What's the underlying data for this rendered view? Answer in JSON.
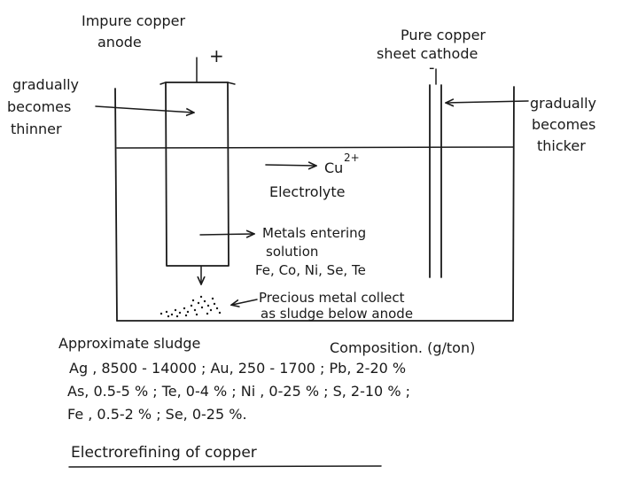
{
  "labels": {
    "anode_line1": "Impure copper",
    "anode_line2": "anode",
    "anode_sign": "+",
    "cathode_line1": "Pure copper",
    "cathode_line2": "sheet cathode",
    "cathode_sign": "-",
    "thinner_line1": "gradually",
    "thinner_line2": "becomes",
    "thinner_line3": "thinner",
    "thicker_line1": "gradually",
    "thicker_line2": "becomes",
    "thicker_line3": "thicker",
    "cu_ion": "Cu",
    "cu_charge": "2+",
    "electrolyte": "Electrolyte",
    "metals_line1": "Metals entering",
    "metals_line2": "solution",
    "metals_line3": "Fe, Co, Ni, Se, Te",
    "sludge_line1": "Precious metal collect",
    "sludge_line2": "as sludge below anode"
  },
  "composition": {
    "heading_left": "Approximate sludge",
    "heading_right": "Composition. (g/ton)",
    "line1": "Ag , 8500 - 14000 ;  Au, 250 - 1700  ;  Pb, 2-20 %",
    "line2": "As, 0.5-5  % ; Te, 0-4 % ;  Ni , 0-25 % ;  S, 2-10 % ;",
    "line3": "Fe , 0.5-2 %  ;  Se, 0-25 %."
  },
  "footer": {
    "title": "Electrorefining of copper"
  }
}
